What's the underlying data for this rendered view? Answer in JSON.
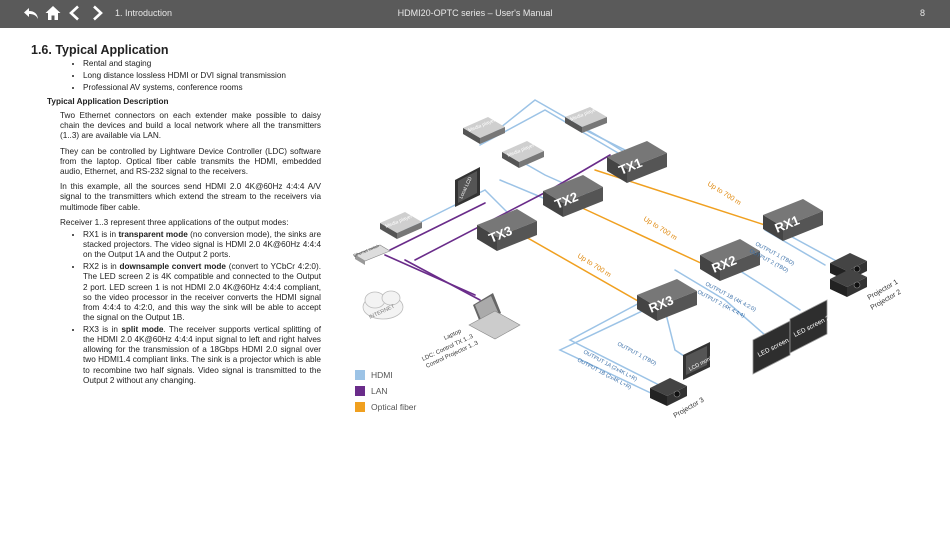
{
  "header": {
    "breadcrumb": "1. Introduction",
    "title": "HDMI20-OPTC series – User's Manual",
    "page": "8"
  },
  "section": {
    "title": "1.6.  Typical Application",
    "bullets": [
      "Rental and staging",
      "Long distance lossless HDMI or DVI signal transmission",
      "Professional AV systems, conference rooms"
    ],
    "subhead": "Typical Application Description",
    "paragraphs": [
      "Two Ethernet connectors on each extender make possible to daisy chain the devices and build a local network where all the transmitters (1..3) are available via LAN.",
      "They can be controlled by Lightware Device Controller (LDC) software from the laptop. Optical fiber cable transmits the HDMI, embedded audio, Ethernet, and RS-232 signal to the receivers.",
      "In this example, all the sources send HDMI 2.0 4K@60Hz 4:4:4 A/V signal to the transmitters which extend the stream to the receivers via multimode fiber cable.",
      "Receiver 1..3 represent three applications of the output modes:"
    ],
    "rx_items": [
      {
        "pre": "RX1 is in ",
        "kw": "transparent mode",
        "post": " (no conversion mode), the sinks are stacked projectors. The video signal is HDMI 2.0 4K@60Hz 4:4:4 on the Output 1A and the Output 2 ports."
      },
      {
        "pre": "RX2 is in ",
        "kw": "downsample convert mode",
        "post": " (convert to YCbCr 4:2:0). The LED screen 2 is 4K compatible and connected to the Output 2 port. LED screen 1 is not HDMI 2.0 4K@60Hz 4:4:4 compliant, so the video processor in the receiver converts the HDMI signal from 4:4:4 to 4:2:0, and this way the sink will be able to accept the signal on the Output 1B."
      },
      {
        "pre": "RX3 is in ",
        "kw": "split mode",
        "post": ". The receiver supports vertical splitting of the HDMI 2.0 4K@60Hz 4:4:4 input signal to left and right halves allowing for the transmission of a 18Gbps HDMI 2.0 signal over two HDMI1.4 compliant links. The sink is a projector which is able to recombine two half signals. Video signal is transmitted to the Output 2 without any changing."
      }
    ]
  },
  "diagram": {
    "transmitters": [
      "TX1",
      "TX2",
      "TX3"
    ],
    "receivers": [
      "RX1",
      "RX2",
      "RX3"
    ],
    "sources": [
      "Media player 1",
      "Media player 2",
      "Media player 3",
      "Media player 4"
    ],
    "local_lcd": "Local LCD",
    "ethernet_switch": "Ethernet switch",
    "internet": "INTERNET",
    "laptop": [
      "Laptop",
      "LDC: Control TX 1..3",
      "Control Projector 1..3"
    ],
    "fiber_labels": [
      "Up to 700 m",
      "Up to 700 m",
      "Up to 700 m"
    ],
    "rx1_outputs": [
      "OUTPUT 1 (TBD)",
      "OUTPUT 2 (TBD)"
    ],
    "rx2_outputs": [
      "OUTPUT 1B (4K 4:2:0)",
      "OUTPUT 2 (4K 4:4:4)"
    ],
    "rx3_outputs": [
      "OUTPUT 1 (TBD)",
      "OUTPUT 1A (2x4K L+R)",
      "OUTPUT 1B (2x4K L+R)"
    ],
    "projectors": [
      "Projector 1",
      "Projector 2",
      "Projector 3"
    ],
    "led_screens": [
      "LED screen 1",
      "LED screen 2"
    ],
    "lcd_monitor": "LCD monitor"
  },
  "legend": [
    {
      "label": "HDMI",
      "color": "#9cc3e6"
    },
    {
      "label": "LAN",
      "color": "#6a2c8a"
    },
    {
      "label": "Optical fiber",
      "color": "#f0a020"
    }
  ]
}
